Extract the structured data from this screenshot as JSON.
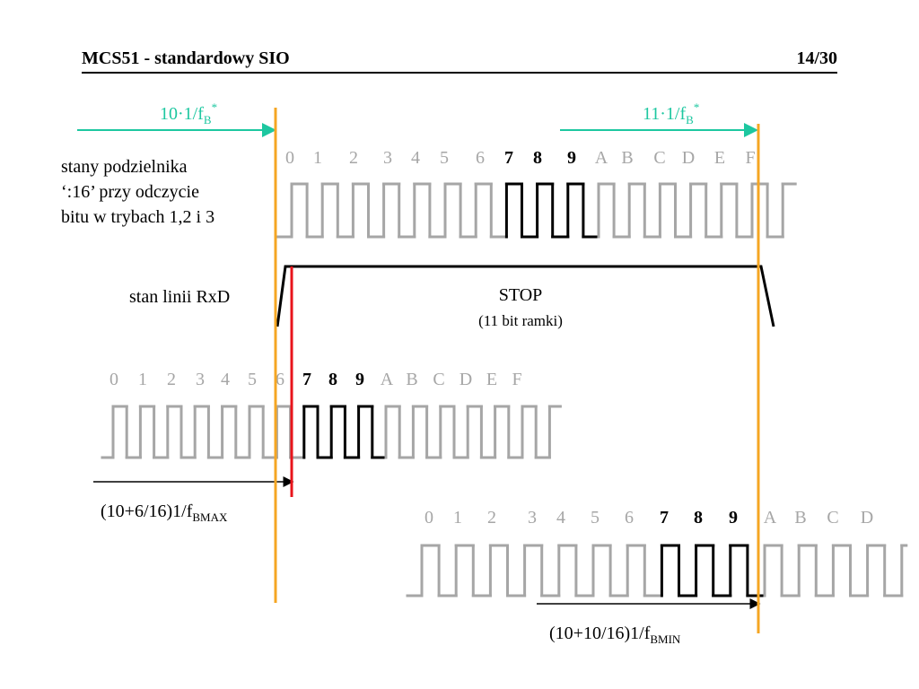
{
  "slide": {
    "title": "MCS51 - standardowy SIO",
    "page": "14/30"
  },
  "colors": {
    "orange": "#f5a623",
    "teal": "#1dc7a0",
    "red": "#e8141b",
    "gray": "#a6a6a6",
    "black": "#000000"
  },
  "top_arrows": {
    "left": {
      "main": "10·1/f",
      "sub": "B",
      "sup": "*"
    },
    "right": {
      "main": "11·1/f",
      "sub": "B",
      "sup": "*"
    }
  },
  "side_label": {
    "line1": "stany podzielnika",
    "line2": "‘:16’ przy odczycie",
    "line3": "bitu w trybach 1,2 i 3"
  },
  "rxd": {
    "label": "stan linii RxD",
    "stop": "STOP",
    "stop_note": "(11 bit ramki)"
  },
  "states": [
    "0",
    "1",
    "2",
    "3",
    "4",
    "5",
    "6",
    "7",
    "8",
    "9",
    "A",
    "B",
    "C",
    "D",
    "E",
    "F"
  ],
  "highlight_states": [
    "7",
    "8",
    "9"
  ],
  "labels": {
    "bmax": {
      "main": "(10+6/16)1/f",
      "sub": "BMAX"
    },
    "bmin": {
      "main": "(10+10/16)1/f",
      "sub": "BMIN"
    }
  }
}
